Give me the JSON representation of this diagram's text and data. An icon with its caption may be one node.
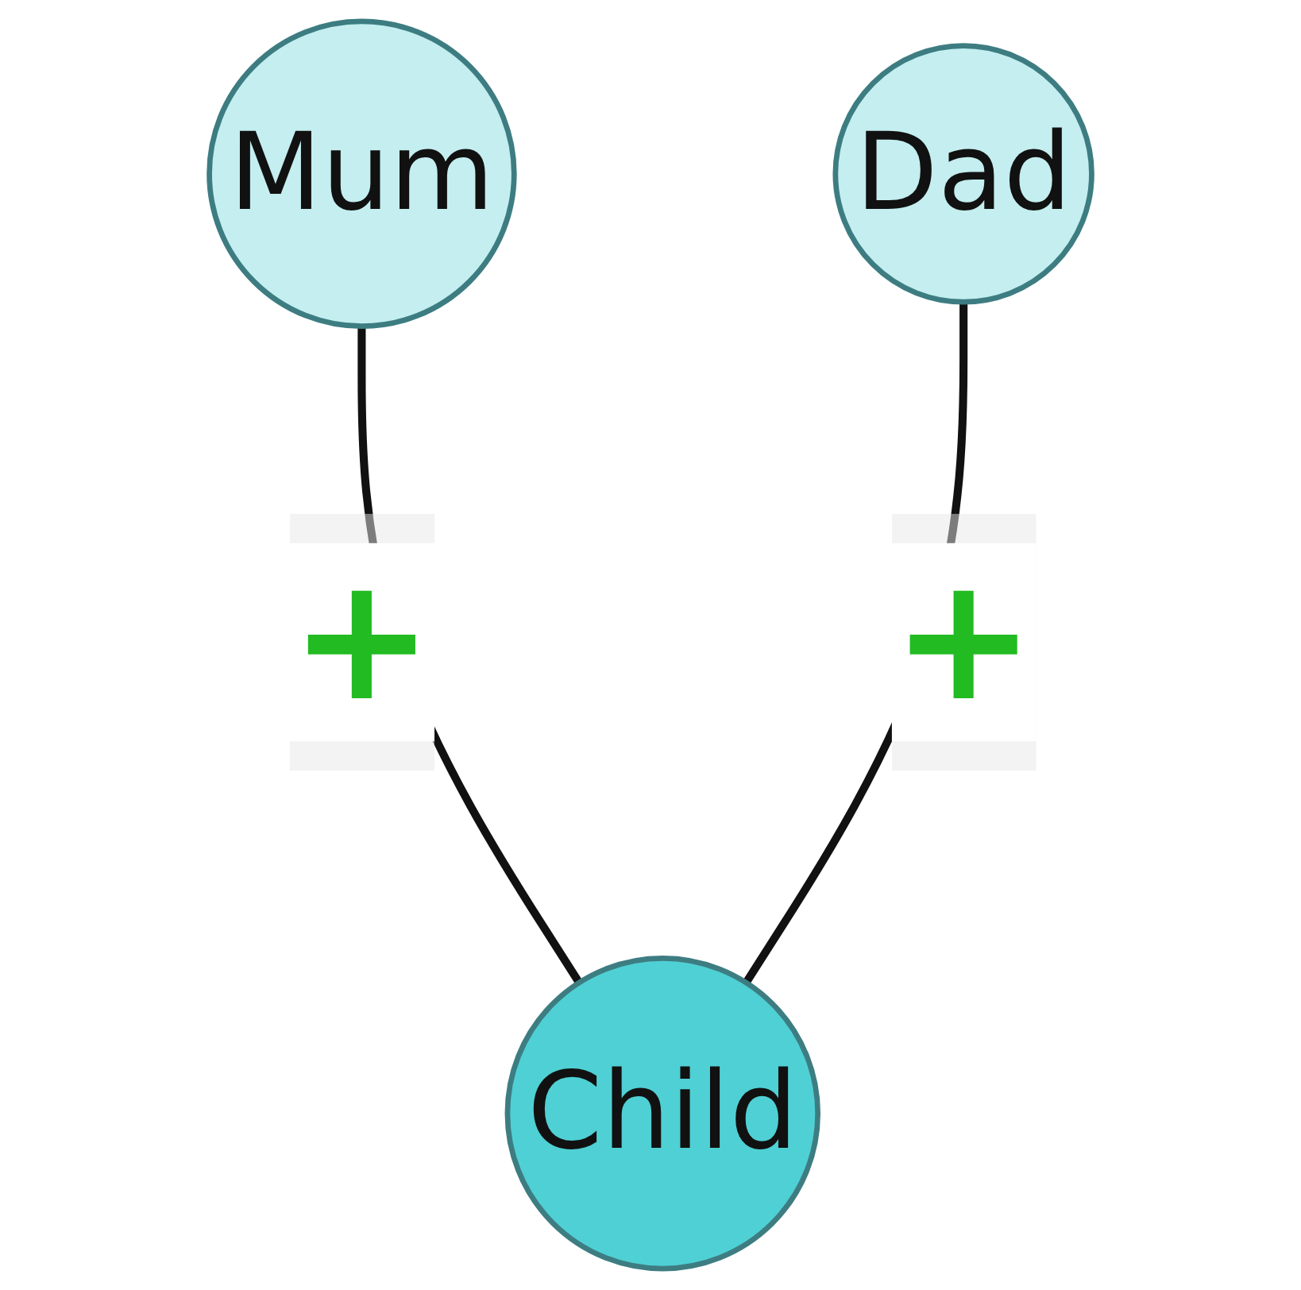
{
  "diagram": {
    "nodes": [
      {
        "text": [
          "Mum"
        ]
      },
      {
        "text": [
          "Dad"
        ]
      },
      {
        "text": [
          "Child"
        ]
      }
    ],
    "edges": [
      {
        "from": 0,
        "to": 2,
        "arrow": "none",
        "label": "+"
      },
      {
        "from": 1,
        "to": 2,
        "arrow": "none",
        "label": "+"
      }
    ]
  }
}
